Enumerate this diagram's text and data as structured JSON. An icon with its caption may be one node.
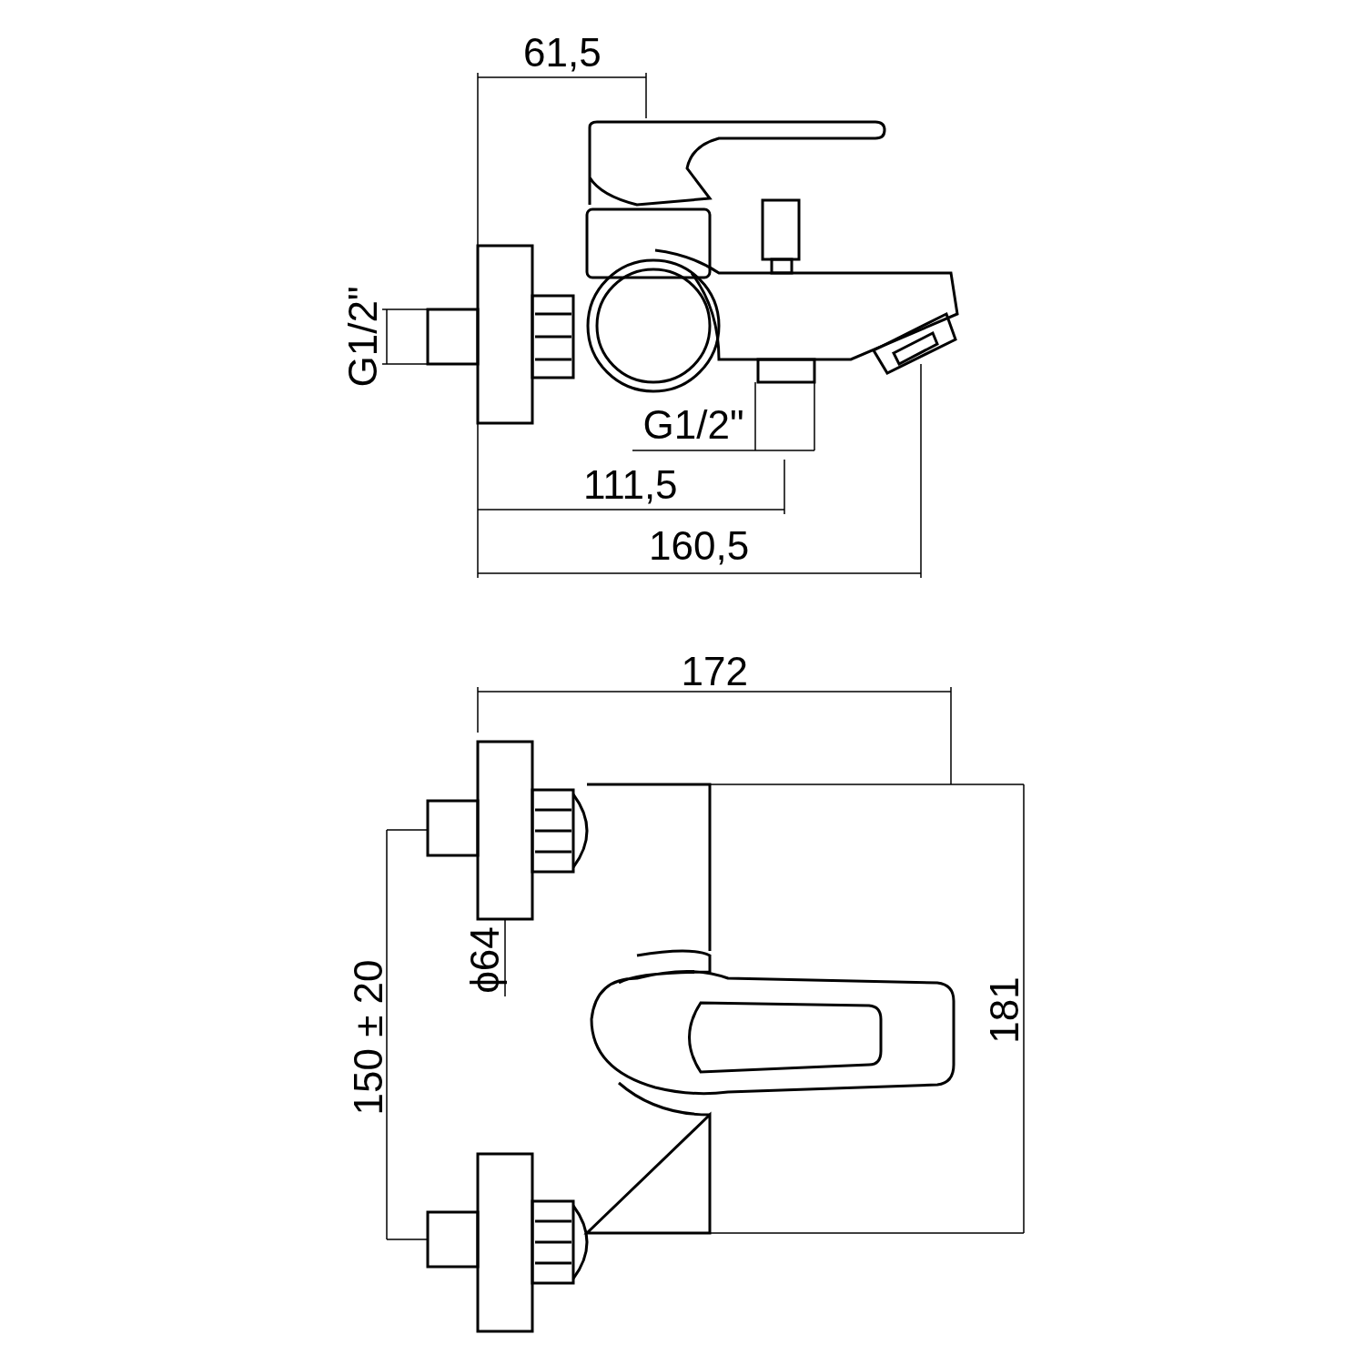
{
  "diagram": {
    "labels": [
      "61,5",
      "G1/2\"",
      "G1/2\"",
      "111,5",
      "160,5",
      "172",
      "ϕ64",
      "150 ± 20",
      "181"
    ]
  }
}
